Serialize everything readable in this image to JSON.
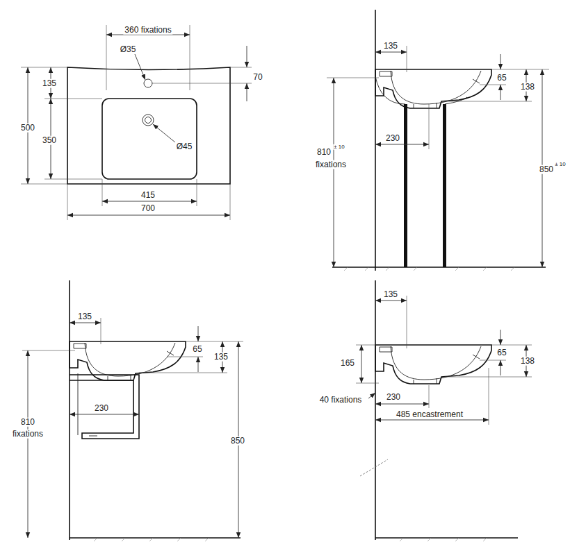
{
  "diagram": {
    "labels": [
      "360 fixations",
      "Ø35",
      "70",
      "135",
      "500",
      "350",
      "Ø45",
      "415",
      "700",
      "135",
      "65",
      "138",
      "810",
      "± 10",
      "fixations",
      "230",
      "850",
      "± 10",
      "135",
      "65",
      "135",
      "810",
      "fixations",
      "230",
      "850",
      "135",
      "65",
      "138",
      "165",
      "40 fixations",
      "230",
      "485 encastrement"
    ]
  }
}
